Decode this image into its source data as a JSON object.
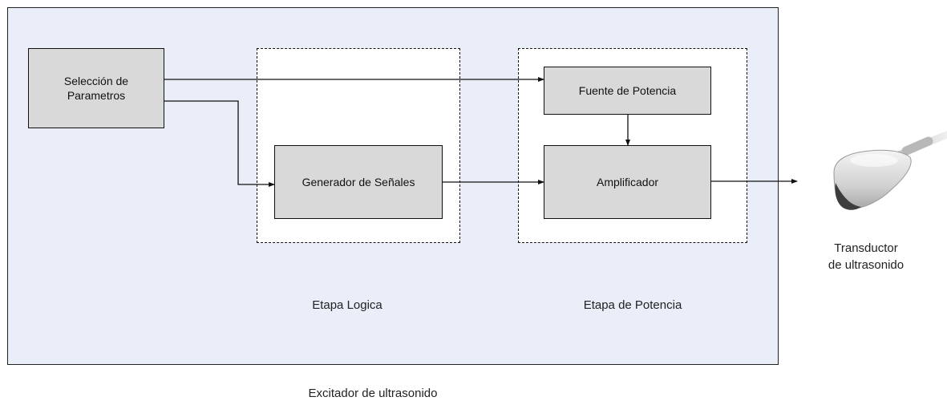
{
  "diagram": {
    "blocks": {
      "params": "Selección de\nParametros",
      "signal_gen": "Generador de Señales",
      "power_source": "Fuente de Potencia",
      "amplifier": "Amplificador"
    },
    "stage_labels": {
      "logic": "Etapa Logica",
      "power": "Etapa de Potencia"
    },
    "transducer_label": "Transductor\nde ultrasonido",
    "outer_label": "Excitador de ultrasonido"
  }
}
